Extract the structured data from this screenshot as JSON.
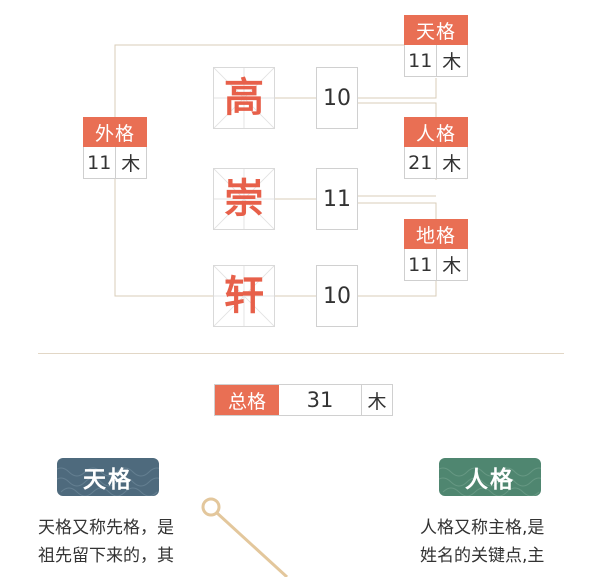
{
  "name_chars": [
    {
      "char": "高",
      "stroke": "10"
    },
    {
      "char": "崇",
      "stroke": "11"
    },
    {
      "char": "轩",
      "stroke": "10"
    }
  ],
  "tian_ge": {
    "label": "天格",
    "number": "11",
    "element": "木"
  },
  "ren_ge": {
    "label": "人格",
    "number": "21",
    "element": "木"
  },
  "di_ge": {
    "label": "地格",
    "number": "11",
    "element": "木"
  },
  "wai_ge": {
    "label": "外格",
    "number": "11",
    "element": "木"
  },
  "zong_ge": {
    "label": "总格",
    "number": "31",
    "element": "木"
  },
  "section_tian": {
    "title": "天格",
    "line1": "天格又称先格，是",
    "line2": "祖先留下来的，其"
  },
  "section_ren": {
    "title": "人格",
    "line1": "人格又称主格,是",
    "line2": "姓名的关键点,主"
  },
  "colors": {
    "accent": "#e96f54",
    "char_red": "#e7604a",
    "line_beige": "#d9cdb8",
    "badge_blue": "#4e6a7d",
    "badge_green": "#4f8670",
    "connector_tan": "#e3c79c"
  }
}
